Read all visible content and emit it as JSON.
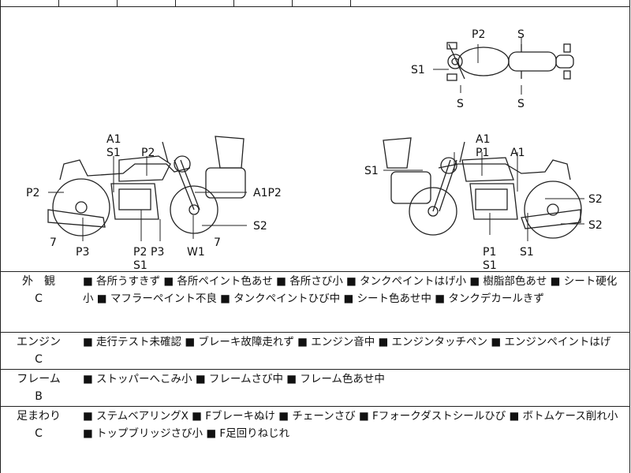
{
  "top_labels": {
    "scooter_view": [
      "P2",
      "S",
      "S1",
      "S",
      "S"
    ],
    "left_side": [
      "P2",
      "A1",
      "S1",
      "P2",
      "A1P2",
      "7",
      "P3",
      "P2",
      "P3",
      "S1",
      "W1",
      "7",
      "S2"
    ],
    "right_side": [
      "A1",
      "P1",
      "A1",
      "S1",
      "S2",
      "S2",
      "P1",
      "S1",
      "S1"
    ]
  },
  "rows": [
    {
      "cat1": "外　観",
      "cat2": "C",
      "text": "■ 各所うすきず ■ 各所ペイント色あせ ■ 各所さび小 ■ タンクペイントはげ小 ■ 樹脂部色あせ ■ シート硬化小 ■ マフラーペイント不良 ■ タンクペイントひび中 ■ シート色あせ中 ■ タンクデカールきず"
    },
    {
      "cat1": "エンジン",
      "cat2": "C",
      "text": "■ 走行テスト未確認 ■ ブレーキ故障走れず ■ エンジン音中 ■ エンジンタッチペン ■ エンジンペイントはげ"
    },
    {
      "cat1": "フレーム",
      "cat2": "B",
      "text": "■ ストッパーへこみ小 ■ フレームさび中 ■ フレーム色あせ中"
    },
    {
      "cat1": "足まわり",
      "cat2": "C",
      "text": "■ ステムベアリングX ■ Fブレーキぬけ ■ チェーンさび ■ Fフォークダストシールひび ■ ボトムケース削れ小 ■ トップブリッジさび小 ■ F足回りねじれ"
    }
  ]
}
